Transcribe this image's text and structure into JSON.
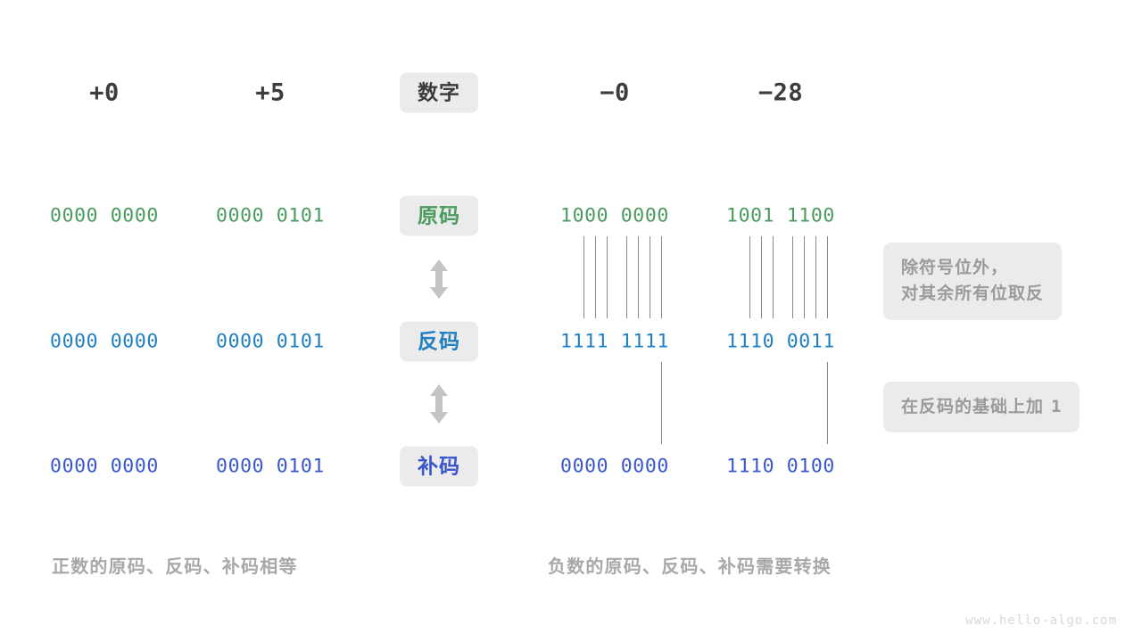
{
  "meta": {
    "watermark": "www.hello-algo.com",
    "background": "#ffffff"
  },
  "colors": {
    "sign_magnitude": "#4a9b5e",
    "ones_complement": "#1f7fc0",
    "twos_complement": "#3a56cc",
    "header_text": "#3c3c3c",
    "pill_background": "#ebebeb",
    "note_text": "#9a9a9a",
    "caption_text": "#a8a8a8",
    "connector_line": "#888888",
    "arrow": "#c4c4c4"
  },
  "row_labels": {
    "header": "数字",
    "sign_magnitude": "原码",
    "ones_complement": "反码",
    "twos_complement": "补码"
  },
  "columns": [
    {
      "id": "plus-zero",
      "header": "+0",
      "sign_magnitude": "0000 0000",
      "ones_complement": "0000 0000",
      "twos_complement": "0000 0000",
      "has_connectors": false
    },
    {
      "id": "plus-five",
      "header": "+5",
      "sign_magnitude": "0000 0101",
      "ones_complement": "0000 0101",
      "twos_complement": "0000 0101",
      "has_connectors": false
    },
    {
      "id": "minus-zero",
      "header": "−0",
      "sign_magnitude": "1000 0000",
      "ones_complement": "1111 1111",
      "twos_complement": "0000 0000",
      "has_connectors": true
    },
    {
      "id": "minus-twentyeight",
      "header": "−28",
      "sign_magnitude": "1001 1100",
      "ones_complement": "1110 0011",
      "twos_complement": "1110 0100",
      "has_connectors": true
    }
  ],
  "arrows": {
    "glyph": "double-headed-vertical-arrow",
    "count": 2
  },
  "notes": [
    {
      "id": "invert-note",
      "lines": [
        "除符号位外，",
        "对其余所有位取反"
      ]
    },
    {
      "id": "add-one-note",
      "prefix": "在反码的基础上加",
      "value": "1"
    }
  ],
  "captions": {
    "left": "正数的原码、反码、补码相等",
    "right": "负数的原码、反码、补码需要转换"
  }
}
